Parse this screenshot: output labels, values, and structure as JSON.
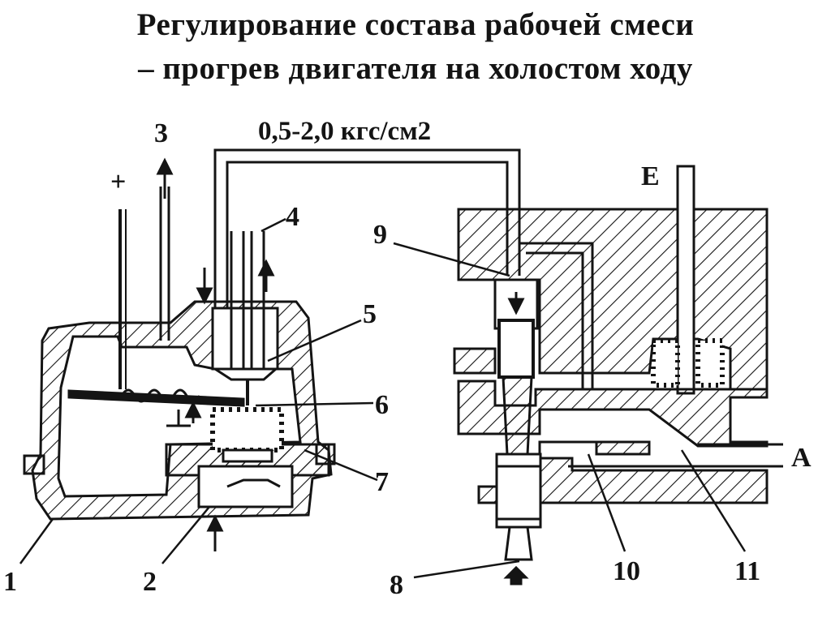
{
  "title": {
    "line1": "Регулирование состава рабочей смеси",
    "line2": "– прогрев двигателя на холостом ходу"
  },
  "pressure": "0,5-2,0 кгс/см2",
  "labels": {
    "l1": "1",
    "l2": "2",
    "l3": "3",
    "l4": "4",
    "l5": "5",
    "l6": "6",
    "l7": "7",
    "l8": "8",
    "l9": "9",
    "l10": "10",
    "l11": "11",
    "plus": "+",
    "E": "E",
    "A": "A"
  },
  "colors": {
    "ink": "#141414",
    "paper": "#ffffff"
  }
}
